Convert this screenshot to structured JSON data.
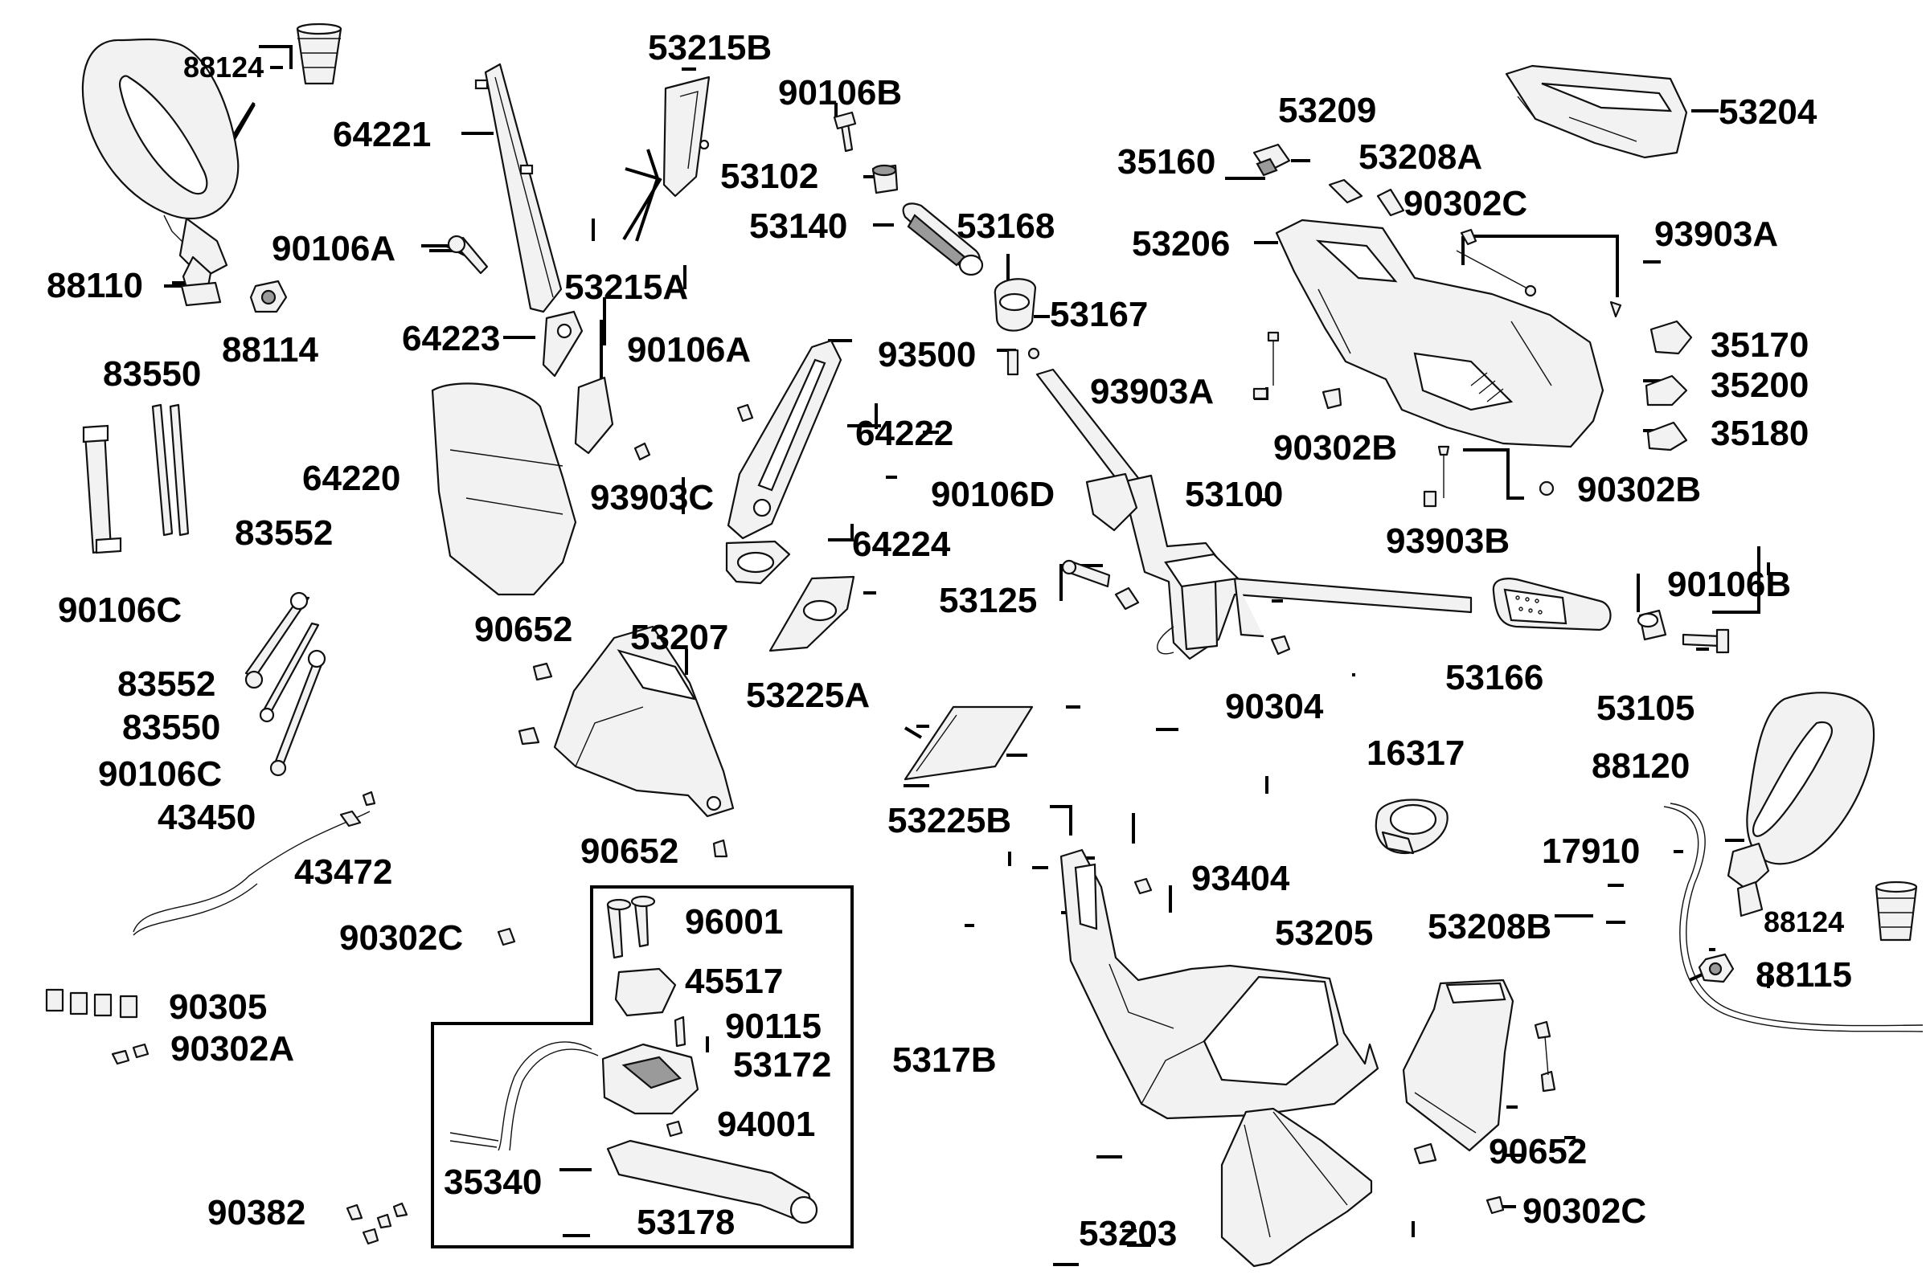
{
  "labels": {
    "p88124a": "88124",
    "p88110": "88110",
    "p88114": "88114",
    "p64221": "64221",
    "p53215B": "53215B",
    "p90106Ba": "90106B",
    "p53102": "53102",
    "p53140": "53140",
    "p53168": "53168",
    "p53209": "53209",
    "p53204": "53204",
    "p35160": "35160",
    "p53208A": "53208A",
    "p90302Ca": "90302C",
    "p93903Aa": "93903A",
    "p53206": "53206",
    "p90106Aa": "90106A",
    "p53215A": "53215A",
    "p64223": "64223",
    "p83550a": "83550",
    "p90106Ab": "90106A",
    "p93500": "93500",
    "p53167": "53167",
    "p35170": "35170",
    "p93903Ab": "93903A",
    "p35200": "35200",
    "p64222": "64222",
    "p64220": "64220",
    "p90302Ba": "90302B",
    "p35180": "35180",
    "p93903C": "93903C",
    "p90106D": "90106D",
    "p53100": "53100",
    "p90302Bb": "90302B",
    "p83552a": "83552",
    "p64224": "64224",
    "p93903B": "93903B",
    "p90106C": "90106C",
    "p53125": "53125",
    "p90106Bb": "90106B",
    "p90652a": "90652",
    "p53207": "53207",
    "p53166": "53166",
    "p53105": "53105",
    "p90304": "90304",
    "p83552b": "83552",
    "p53225A": "53225A",
    "p83550b": "83550",
    "p16317": "16317",
    "p90106Cb": "90106C",
    "p88120": "88120",
    "p43450": "43450",
    "p53225B": "53225B",
    "p17910": "17910",
    "p90652b": "90652",
    "p43472": "43472",
    "p93404": "93404",
    "p96001": "96001",
    "p90302Cb": "90302C",
    "p53205": "53205",
    "p53208B": "53208B",
    "p88124b": "88124",
    "p45517": "45517",
    "p88115": "88115",
    "p90305": "90305",
    "p90115": "90115",
    "p90302A": "90302A",
    "p53172": "53172",
    "p5317B": "5317B",
    "p94001": "94001",
    "p90652c": "90652",
    "p35340": "35340",
    "p90382": "90382",
    "p53178": "53178",
    "p90302Cc": "90302C",
    "p53203": "53203"
  }
}
